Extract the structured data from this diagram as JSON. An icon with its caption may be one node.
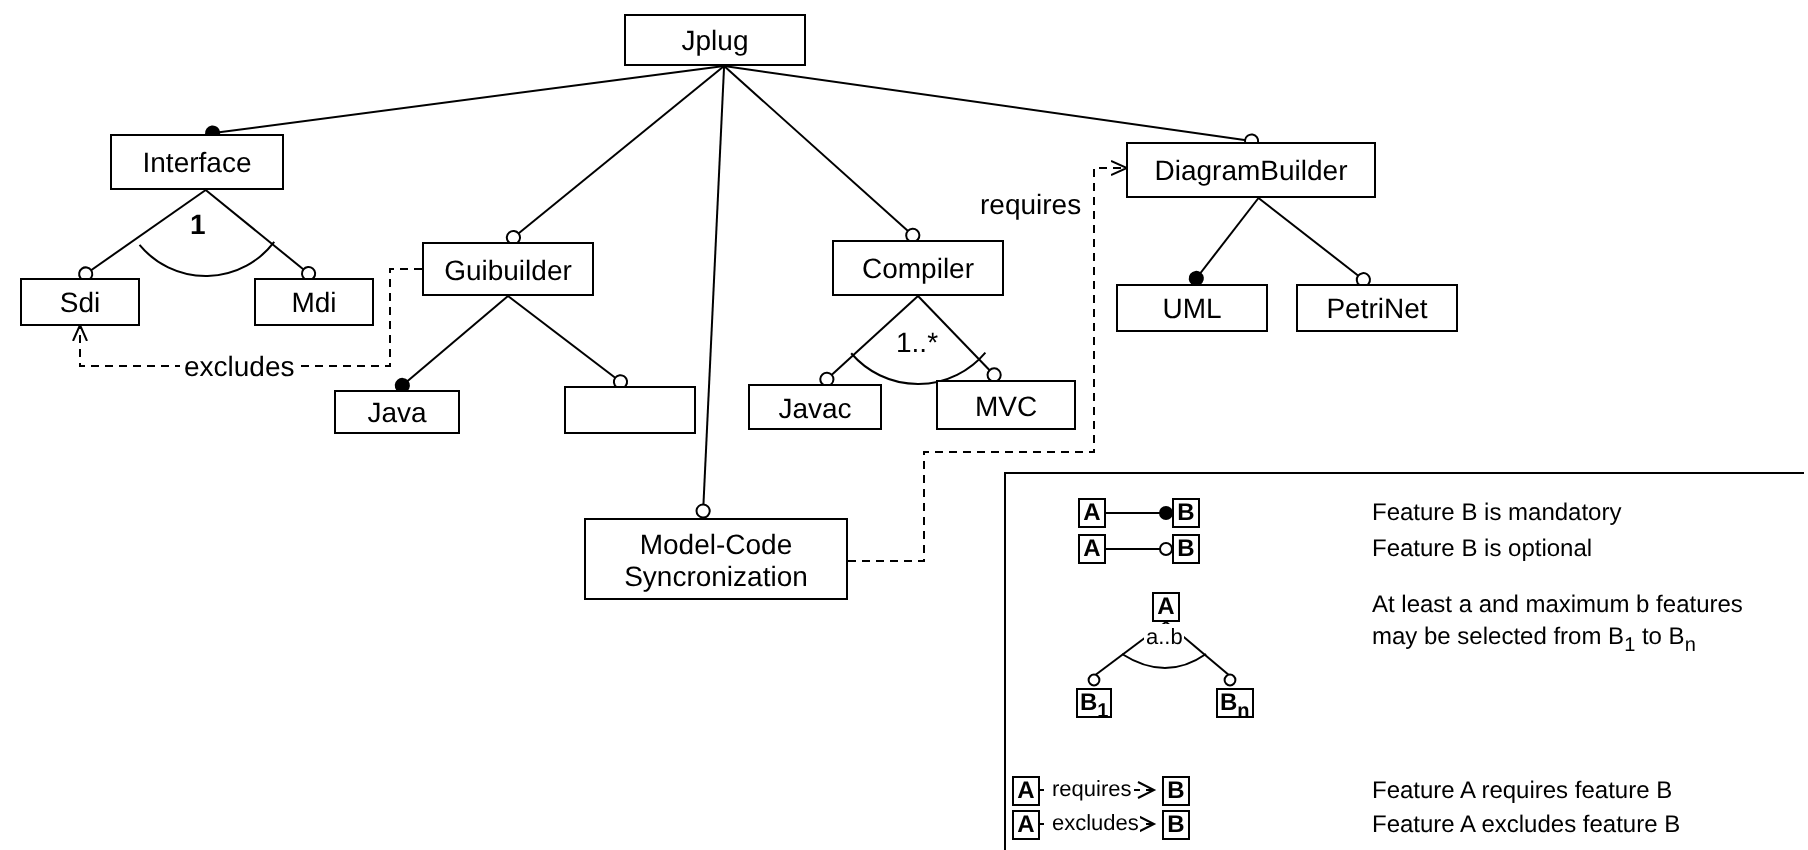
{
  "diagram": {
    "nodes": [
      {
        "text": [
          "Jplug"
        ]
      },
      {
        "text": [
          "Interface"
        ]
      },
      {
        "text": [
          "Sdi"
        ]
      },
      {
        "text": [
          "Mdi"
        ]
      },
      {
        "text": [
          "Guibuilder"
        ]
      },
      {
        "text": [
          "Java"
        ]
      },
      {
        "text": [],
        "shape": "box"
      },
      {
        "text": [
          "Model-Code Syncronization"
        ]
      },
      {
        "text": [
          "Compiler"
        ]
      },
      {
        "text": [
          "Javac"
        ]
      },
      {
        "text": [
          "MVC"
        ]
      },
      {
        "text": [
          "DiagramBuilder"
        ]
      },
      {
        "text": [
          "UML"
        ]
      },
      {
        "text": [
          "PetriNet"
        ]
      }
    ],
    "edges": [
      {
        "from": 0,
        "to": 1,
        "arrow": "other"
      },
      {
        "from": 0,
        "to": 4,
        "arrow": "other"
      },
      {
        "from": 0,
        "to": 7,
        "arrow": "other"
      },
      {
        "from": 0,
        "to": 8,
        "arrow": "other"
      },
      {
        "from": 0,
        "to": 11,
        "arrow": "other"
      },
      {
        "from": 1,
        "to": 2,
        "arrow": "other"
      },
      {
        "from": 1,
        "to": 3,
        "arrow": "other"
      },
      {
        "from": 4,
        "to": 5,
        "arrow": "other"
      },
      {
        "from": 4,
        "to": 6,
        "arrow": "other"
      },
      {
        "from": 8,
        "to": 9,
        "arrow": "other"
      },
      {
        "from": 8,
        "to": 10,
        "arrow": "other"
      },
      {
        "from": 11,
        "to": 12,
        "arrow": "other"
      },
      {
        "from": 11,
        "to": 13,
        "arrow": "other"
      },
      {
        "from": 7,
        "to": 11,
        "arrow": "to",
        "label": "requires",
        "style": "dashed"
      },
      {
        "from": 4,
        "to": 2,
        "arrow": "to",
        "label": "excludes",
        "style": "dashed"
      }
    ],
    "labels": [
      "1",
      "1..*",
      "A",
      "B",
      "A",
      "B",
      "A",
      "a..b",
      "B$_{1}$",
      "B$_{n}$",
      "A",
      "requires",
      "B",
      "A",
      "excludes",
      "B"
    ],
    "legend": [
      {
        "text": "Feature B is mandatory"
      },
      {
        "text": "Feature B is optional"
      },
      {
        "text": "At least a and maximum b features may be selected from B$_{1}$ to B$_{n}$"
      },
      {
        "text": "Feature A requires feature B"
      },
      {
        "text": "Feature A excludes feature B"
      }
    ]
  }
}
